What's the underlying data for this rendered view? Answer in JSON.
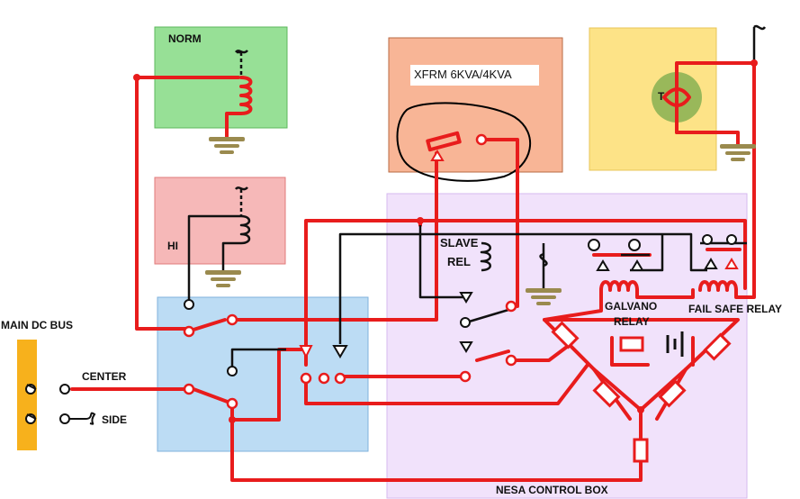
{
  "labels": {
    "norm": "NORM",
    "hi": "HI",
    "xfrm": "XFRM 6KVA/4KVA",
    "main_dc_bus": "MAIN DC BUS",
    "center": "CENTER",
    "side": "SIDE",
    "slave": "SLAVE",
    "rel": "REL",
    "galvano": "GALVANO",
    "relay": "RELAY",
    "fail_safe_relay": "FAIL SAFE RELAY",
    "t": "T",
    "nesa_control_box": "NESA CONTROL BOX"
  },
  "colors": {
    "norm_box": "#97e096",
    "hi_box": "#f6b8b8",
    "xfrm_box": "#f8b596",
    "t_box": "#fde387",
    "blue_box": "#bcdcf4",
    "nesa_box": "#f1e2fb",
    "bus_bar": "#f7b11c",
    "wire_red": "#e81c1c",
    "wire_black": "#111111",
    "ground": "#9a8a4e"
  }
}
